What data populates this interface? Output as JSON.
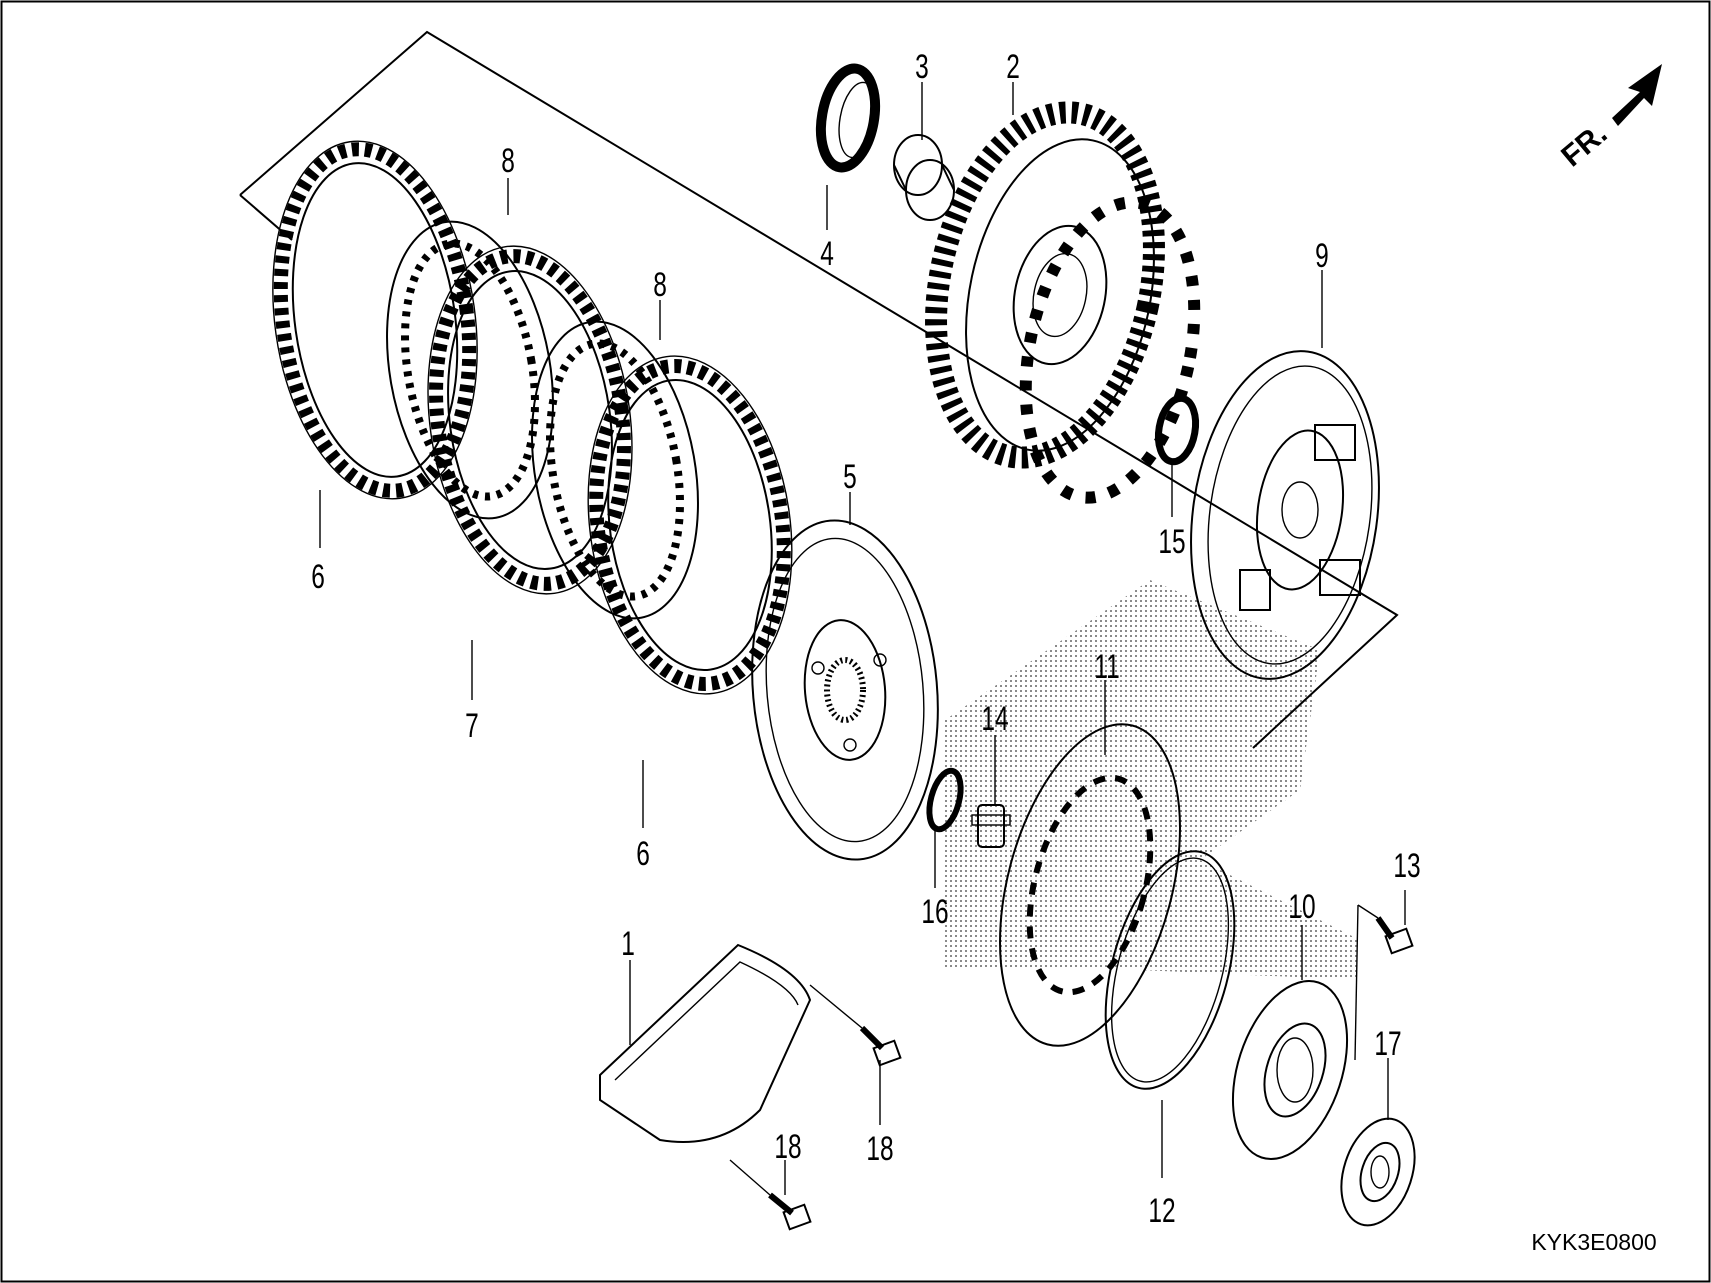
{
  "diagram": {
    "code": "KYK3E0800",
    "direction_label": "FR.",
    "callouts": {
      "c1": "1",
      "c2": "2",
      "c3": "3",
      "c4": "4",
      "c5": "5",
      "c6a": "6",
      "c6b": "6",
      "c7": "7",
      "c8a": "8",
      "c8b": "8",
      "c9": "9",
      "c10": "10",
      "c11": "11",
      "c12": "12",
      "c13": "13",
      "c14": "14",
      "c15": "15",
      "c16": "16",
      "c17": "17",
      "c18a": "18",
      "c18b": "18"
    }
  }
}
